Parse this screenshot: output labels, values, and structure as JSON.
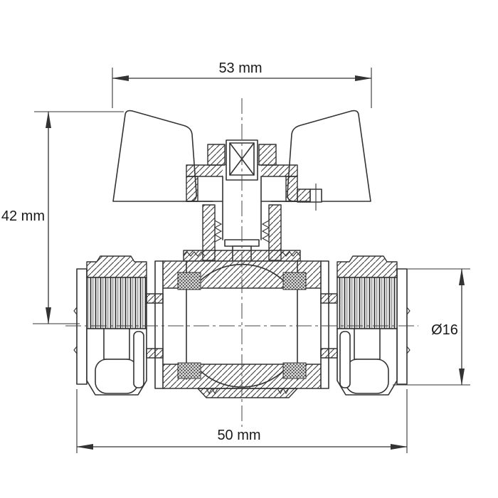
{
  "diagram": {
    "description": "technical-drawing-compression-ball-valve",
    "dims": {
      "width_top": "53 mm",
      "height_left": "42 mm",
      "diameter_right": "Ø16",
      "width_bottom": "50 mm"
    },
    "colors": {
      "line": "#333333",
      "background": "#ffffff"
    }
  }
}
